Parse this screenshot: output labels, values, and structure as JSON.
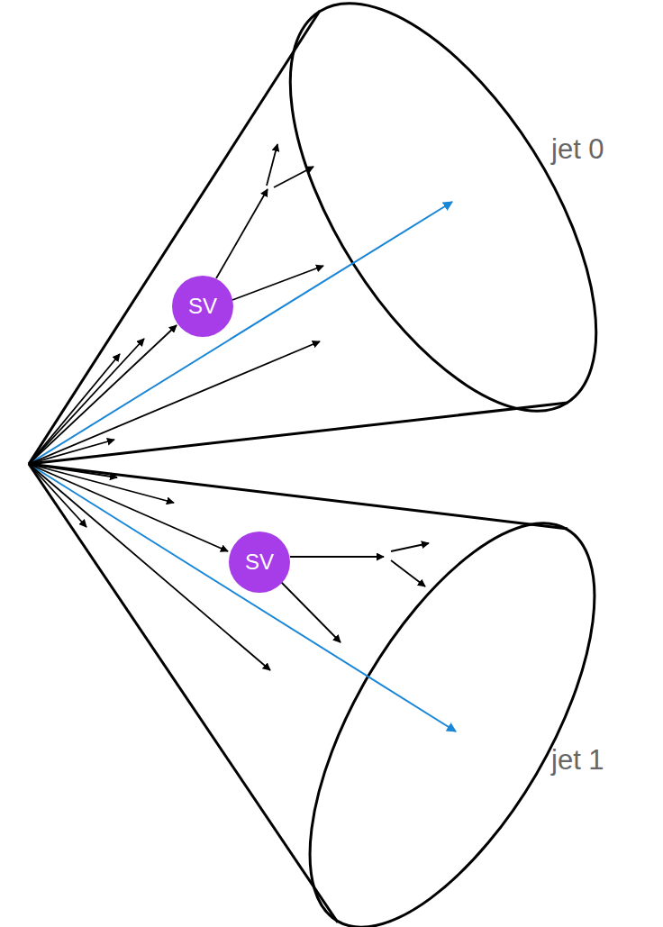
{
  "diagram": {
    "nodes": [
      {
        "text": [
          "SV"
        ]
      },
      {
        "text": [
          "SV"
        ]
      }
    ],
    "labels": [
      "jet 0",
      "jet 1"
    ]
  }
}
